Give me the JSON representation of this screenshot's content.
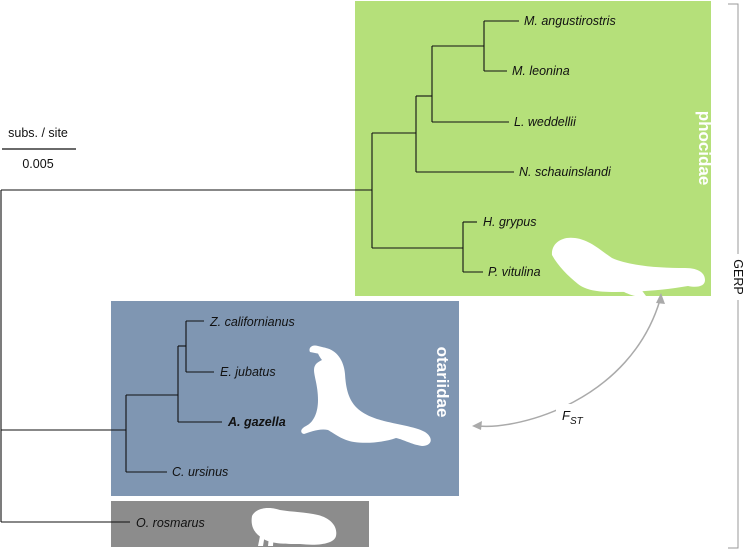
{
  "colors": {
    "phocidae_box": "#b5e07a",
    "otariidae_box": "#7f96b2",
    "outgroup_box": "#8c8c8c",
    "branch": "#111111",
    "silhouette": "#ffffff",
    "fst_arrow": "#aaaaaa",
    "bracket": "#999999"
  },
  "scale_bar": {
    "unit": "subs. / site",
    "value": "0.005"
  },
  "families": {
    "phocidae": "phocidae",
    "otariidae": "otariidae"
  },
  "taxa": {
    "m_angustirostris": "M. angustirostris",
    "m_leonina": "M. leonina",
    "l_weddellii": "L. weddellii",
    "n_schauinslandi": "N. schauinslandi",
    "h_grypus": "H. grypus",
    "p_vitulina": "P. vitulina",
    "z_californianus": "Z. californianus",
    "e_jubatus": "E. jubatus",
    "a_gazella": "A. gazella",
    "c_ursinus": "C. ursinus",
    "o_rosmarus": "O. rosmarus"
  },
  "fst": {
    "main": "F",
    "sub": "ST"
  },
  "side_label": "GERP",
  "icons": {
    "seal": "seal-silhouette-icon",
    "sea_lion": "sea-lion-silhouette-icon",
    "walrus": "walrus-silhouette-icon"
  }
}
